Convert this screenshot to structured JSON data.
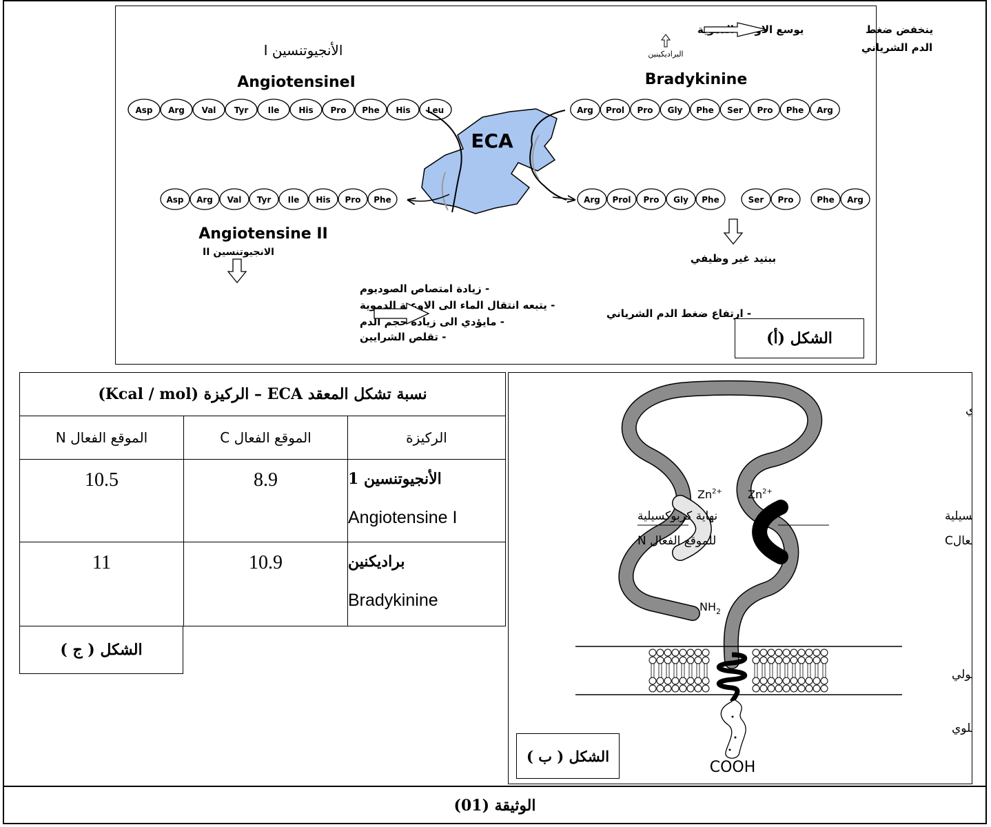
{
  "document_label": "الوثيقة (01)",
  "figure_a": {
    "label": "الشكل (أ)",
    "enzyme": "ECA",
    "angiotensin1_ar": "الأنجيوتنسين I",
    "angiotensin1_en": "AngiotensineI",
    "angiotensin1_residues": [
      "Asp",
      "Arg",
      "Val",
      "Tyr",
      "Ile",
      "His",
      "Pro",
      "Phe",
      "His",
      "Leu"
    ],
    "angiotensin2_residues": [
      "Asp",
      "Arg",
      "Val",
      "Tyr",
      "Ile",
      "His",
      "Pro",
      "Phe"
    ],
    "angiotensin2_en": "Angiotensine II",
    "angiotensin2_ar": "الانجيوتنسين II",
    "bradykinin_en": "Bradykinine",
    "bradykinin_residues": [
      "Arg",
      "Prol",
      "Pro",
      "Gly",
      "Phe",
      "Ser",
      "Pro",
      "Phe",
      "Arg"
    ],
    "bradykinin_products": [
      [
        "Arg",
        "Prol",
        "Pro",
        "Gly",
        "Phe"
      ],
      [
        "Ser",
        "Pro"
      ],
      [
        "Phe",
        "Arg"
      ]
    ],
    "vasodilation": "يوسع الاوعية الدموية",
    "bradykinin_ar_small": "البراديكينين",
    "pressure_drop": "ينخفض ضغط",
    "pressure_drop_2": "الدم الشرياني",
    "nonfunctional": "ببتيد غير وظيفي",
    "effects": [
      "- زيادة امتصاص الصوديوم",
      "- يتبعه انتقال الماء الى الاوعية الدموية",
      "- مايؤدي الى زيادة حجم الدم",
      "- تقلص الشرايين"
    ],
    "result": "- ارتفاع ضغط الدم الشرياني"
  },
  "figure_b": {
    "label": "الشكل ( ب )",
    "extracellular": "إمتداد خارج خلوي",
    "membrane": "غشاء هيولي",
    "intracellular": "إمتداد داخل خلوي",
    "n_domain_1": "نهاية كربوكسيلية",
    "n_domain_2": "للموقع الفعال N",
    "c_domain_1": "نهاية كربوكسيلية",
    "c_domain_2": "للموقع الفعالC",
    "zn": "Zn",
    "zn_sup": "2+",
    "nh2": "NH",
    "nh2_sub": "2",
    "cooh": "COOH"
  },
  "figure_c": {
    "label": "الشكل ( ج )",
    "title": "نسبة تشكل المعقد  ECA – الركيزة (Kcal / mol)",
    "headers": [
      "الركيزة",
      "الموقع الفعال C",
      "الموقع الفعال N"
    ],
    "rows": [
      {
        "substrate_ar": "الأنجيوتنسين 1",
        "substrate_en": "Angiotensine I",
        "c_site": "8.9",
        "n_site": "10.5"
      },
      {
        "substrate_ar": "براديكنين",
        "substrate_en": "Bradykinine",
        "c_site": "10.9",
        "n_site": "11"
      }
    ]
  }
}
